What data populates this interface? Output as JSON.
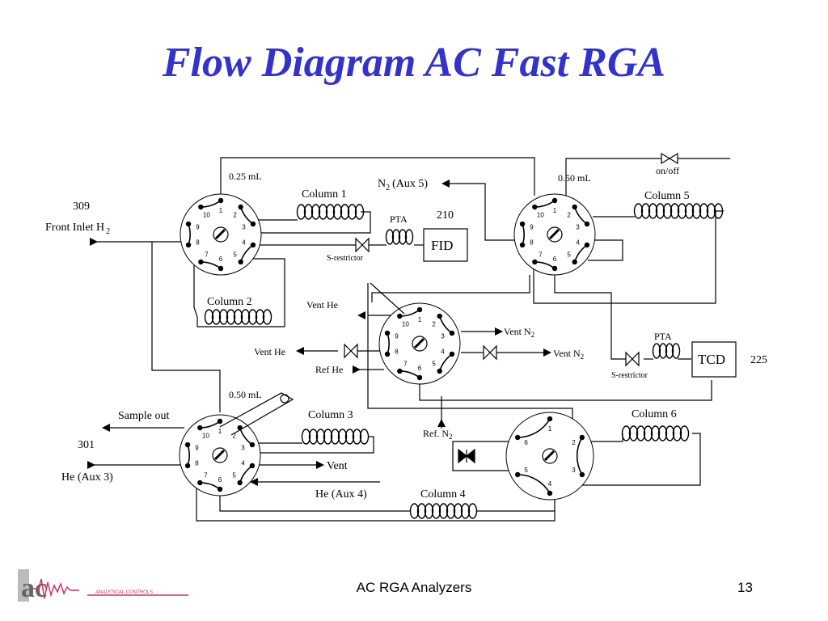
{
  "title": "Flow Diagram AC Fast RGA",
  "footer": {
    "center_text": "AC RGA Analyzers",
    "page_number": "13"
  },
  "logo": {
    "mark": "ac",
    "subtitle": "ANALYTICAL CONTROLS",
    "brand_color": "#cc3366"
  },
  "colors": {
    "title": "#3333cc",
    "lines": "#000000"
  },
  "valves": {
    "v1": {
      "volume": "0.25 mL"
    },
    "v2": {
      "volume": "0.50 mL"
    },
    "v4": {
      "volume": "0.50 mL"
    }
  },
  "labels": {
    "code_309": "309",
    "front_inlet": "Front Inlet H",
    "front_inlet_sub": "2",
    "column1": "Column 1",
    "column2": "Column 2",
    "column3": "Column 3",
    "column4": "Column 4",
    "column5": "Column 5",
    "column6": "Column 6",
    "n2_aux5_main": "N",
    "n2_aux5_sub": "2",
    "n2_aux5_rest": "(Aux 5)",
    "pta1": "PTA",
    "code_210": "210",
    "fid": "FID",
    "s_restrictor1": "S-restrictor",
    "on_off": "on/off",
    "vent_he_top": "Vent He",
    "vent_he_left": "Vent He",
    "ref_he": "Ref He",
    "vent_n2_a": "Vent N",
    "vent_n2_a_sub": "2",
    "vent_n2_b": "Vent N",
    "vent_n2_b_sub": "2",
    "pta2": "PTA",
    "tcd": "TCD",
    "code_225": "225",
    "s_restrictor2": "S-restrictor",
    "sample_out": "Sample out",
    "code_301": "301",
    "he_aux3": "He (Aux 3)",
    "vent": "Vent",
    "he_aux4": "He (Aux 4)",
    "ref_n2": "Ref. N",
    "ref_n2_sub": "2"
  },
  "port_numbers": {
    "ten": [
      "1",
      "2",
      "3",
      "4",
      "5",
      "6",
      "7",
      "8",
      "9",
      "10"
    ],
    "six": [
      "1",
      "2",
      "3",
      "4",
      "5",
      "6"
    ]
  }
}
